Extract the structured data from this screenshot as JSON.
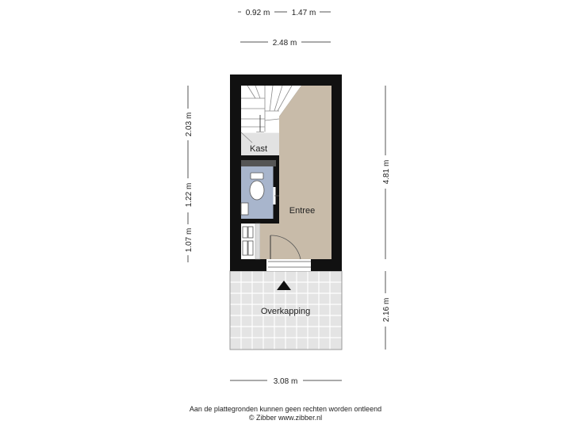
{
  "dimensions": {
    "top_left": "0.92 m",
    "top_right": "1.47 m",
    "width": "2.48 m",
    "left_upper": "2.03 m",
    "left_middle": "1.22 m",
    "left_lower": "1.07 m",
    "right_main": "4.81 m",
    "right_lower": "2.16 m",
    "bottom": "3.08 m"
  },
  "rooms": {
    "kast": "Kast",
    "entree": "Entree",
    "overkapping": "Overkapping"
  },
  "footer": {
    "disclaimer": "Aan de plattegronden kunnen geen rechten worden ontleend",
    "credit": "© Zibber www.zibber.nl"
  },
  "colors": {
    "wall": "#111111",
    "entree_floor": "#c8bba9",
    "toilet_floor": "#a8b5cc",
    "kast_floor": "#e2e2e2",
    "overkapping_floor": "#e4e4e4",
    "dimension_line": "#555555"
  }
}
